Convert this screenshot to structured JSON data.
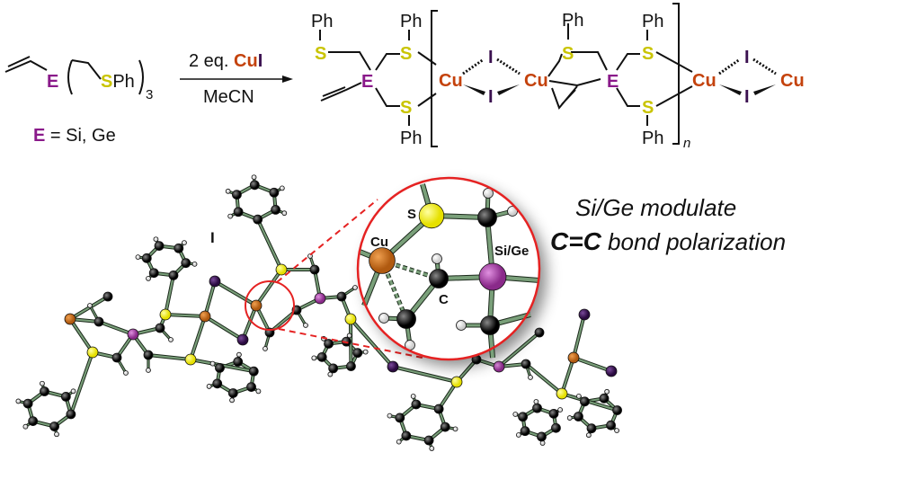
{
  "scheme": {
    "reactant": {
      "element": "E",
      "chain_atom": "S",
      "chain_rest": "Ph",
      "subscript": "3"
    },
    "definition": {
      "symbol": "E",
      "text": " = Si, Ge"
    },
    "conditions": {
      "above_prefix": "2 eq. ",
      "reagent_cu": "Cu",
      "reagent_i": "I",
      "below": "MeCN"
    },
    "product": {
      "ph": "Ph",
      "s": "S",
      "e": "E",
      "cu": "Cu",
      "i": "I",
      "repeat": "n"
    }
  },
  "structure": {
    "labels": {
      "iodine": "I",
      "cu": "Cu",
      "s": "S",
      "sige": "Si/Ge",
      "c": "C"
    }
  },
  "caption": {
    "line1": "Si/Ge modulate",
    "line2_bold": "C=C",
    "line2_rest": " bond polarization"
  },
  "colors": {
    "E": "#8a1a8a",
    "S": "#c9c400",
    "Cu": "#c4420c",
    "I": "#3b1150",
    "highlight": "#e52222"
  }
}
